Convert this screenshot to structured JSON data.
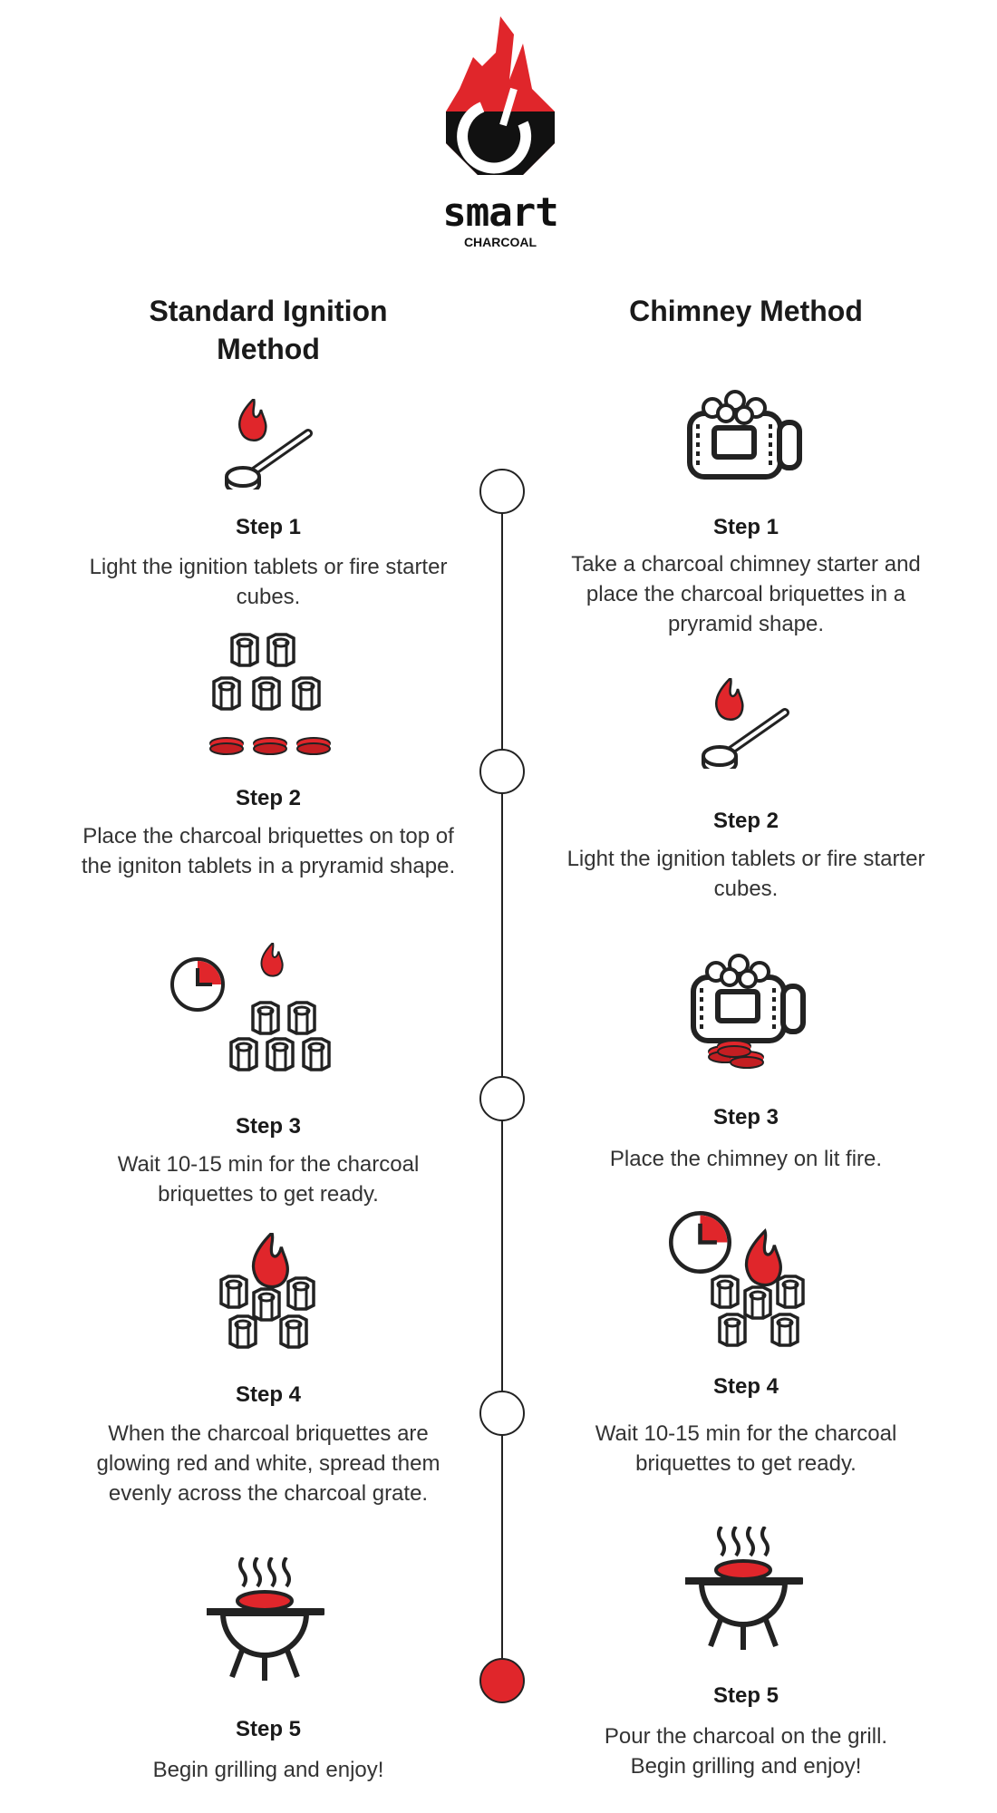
{
  "brand": {
    "name": "smart",
    "subtitle": "CHARCOAL",
    "accent": "#e0262b"
  },
  "left": {
    "title": "Standard Ignition Method",
    "steps": [
      {
        "label": "Step 1",
        "text": "Light the ignition tablets or fire starter cubes.",
        "icon": "match-icon"
      },
      {
        "label": "Step 2",
        "text": "Place the charcoal briquettes on top of the igniton tablets in a pryramid shape.",
        "icon": "briquettes-on-tablets-icon"
      },
      {
        "label": "Step 3",
        "text": "Wait 10-15 min for the charcoal briquettes to get ready.",
        "icon": "clock-briquettes-icon"
      },
      {
        "label": "Step 4",
        "text": "When the charcoal briquettes are glowing red and white, spread them evenly across the charcoal grate.",
        "icon": "burning-briquettes-icon"
      },
      {
        "label": "Step 5",
        "text": "Begin grilling and enjoy!",
        "icon": "grill-icon"
      }
    ]
  },
  "right": {
    "title": "Chimney Method",
    "steps": [
      {
        "label": "Step 1",
        "text": "Take a charcoal chimney starter and place the charcoal briquettes in a pryramid shape.",
        "icon": "chimney-icon"
      },
      {
        "label": "Step 2",
        "text": "Light the ignition tablets or fire starter cubes.",
        "icon": "match-icon"
      },
      {
        "label": "Step 3",
        "text": "Place the chimney on lit fire.",
        "icon": "chimney-on-fire-icon"
      },
      {
        "label": "Step 4",
        "text": "Wait 10-15 min for the charcoal briquettes to get ready.",
        "icon": "clock-burning-briquettes-icon"
      },
      {
        "label": "Step 5",
        "text": "Pour the charcoal on the grill. Begin grilling and enjoy!",
        "icon": "grill-icon"
      }
    ]
  }
}
